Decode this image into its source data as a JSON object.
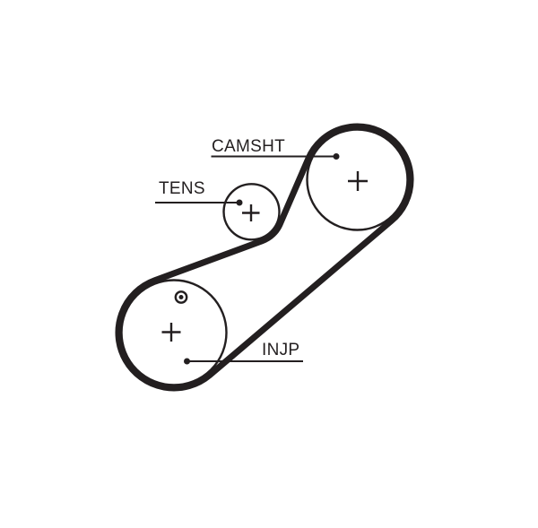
{
  "diagram": {
    "kind": "timing-belt-routing",
    "colors": {
      "ink": "#231f20",
      "background": "#ffffff"
    },
    "pulleys": [
      {
        "id": "camshaft",
        "label": "CAMSHT",
        "center_mark": "+"
      },
      {
        "id": "tensioner",
        "label": "TENS",
        "center_mark": "+"
      },
      {
        "id": "injection-pump",
        "label": "INJP",
        "center_mark": "+",
        "timing_mark": "circled-dot"
      }
    ]
  }
}
